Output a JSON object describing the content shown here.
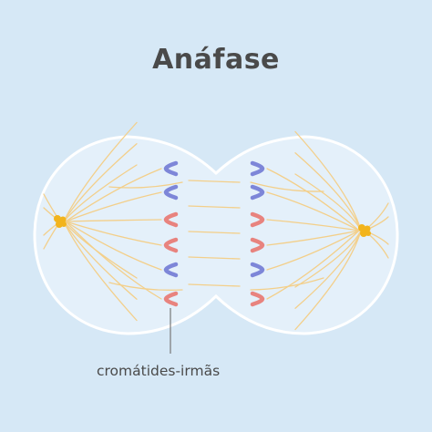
{
  "title": "Anáfase",
  "label": "cromátides-irmãs",
  "colors": {
    "background": "#d6e8f6",
    "cell_fill": "#e4f0fa",
    "cell_stroke": "#ffffff",
    "spindle_fiber": "#f3cf8a",
    "centrosome": "#f2b41c",
    "chromatid_blue": "#7d86d8",
    "chromatid_red": "#e8837e",
    "text": "#4a4a4a"
  },
  "chromatid_pattern": [
    "blue",
    "blue",
    "red",
    "red",
    "blue",
    "red"
  ]
}
